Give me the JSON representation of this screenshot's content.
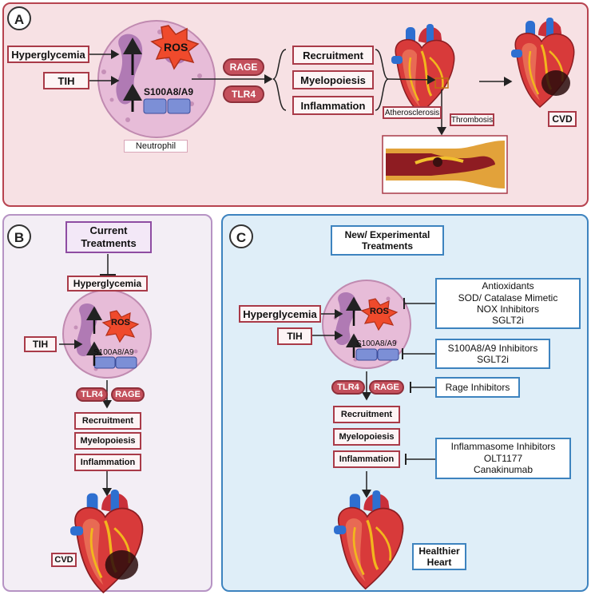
{
  "panel_a": {
    "label": "A",
    "inputs": [
      "Hyperglycemia",
      "TIH"
    ],
    "ros": "ROS",
    "s100": "S100A8/A9",
    "cell": "Neutrophil",
    "receptors": [
      "RAGE",
      "TLR4"
    ],
    "outcomes": [
      "Recruitment",
      "Myelopoiesis",
      "Inflammation"
    ],
    "atherosclerosis": "Atherosclerosis",
    "thrombosis": "Thrombosis",
    "cvd": "CVD"
  },
  "panel_b": {
    "label": "B",
    "title": "Current Treatments",
    "hyperglycemia": "Hyperglycemia",
    "tih": "TIH",
    "ros": "ROS",
    "s100": "S100A8/A9",
    "receptors": [
      "TLR4",
      "RAGE"
    ],
    "outcomes": [
      "Recruitment",
      "Myelopoiesis",
      "Inflammation"
    ],
    "cvd": "CVD"
  },
  "panel_c": {
    "label": "C",
    "title": "New/ Experimental Treatments",
    "hyperglycemia": "Hyperglycemia",
    "tih": "TIH",
    "ros": "ROS",
    "s100": "S100A8/A9",
    "receptors": [
      "TLR4",
      "RAGE"
    ],
    "outcomes": [
      "Recruitment",
      "Myelopoiesis",
      "Inflammation"
    ],
    "ros_inhibitors": [
      "Antioxidants",
      "SOD/ Catalase Mimetic",
      "NOX Inhibitors",
      "SGLT2i"
    ],
    "s100_inhibitors": [
      "S100A8/A9 Inhibitors",
      "SGLT2i"
    ],
    "rage_inhibitors": "Rage Inhibitors",
    "inflammasome_inhibitors": [
      "Inflammasome Inhibitors",
      "OLT1177",
      "Canakinumab"
    ],
    "outcome": "Healthier Heart"
  },
  "colors": {
    "panel_a_border": "#b7434f",
    "panel_b_border": "#b693c4",
    "panel_c_border": "#3d83bf",
    "cell_fill": "#e7bcd8",
    "ros_fill": "#ef4a2c",
    "receptor_fill": "#c4505c"
  }
}
